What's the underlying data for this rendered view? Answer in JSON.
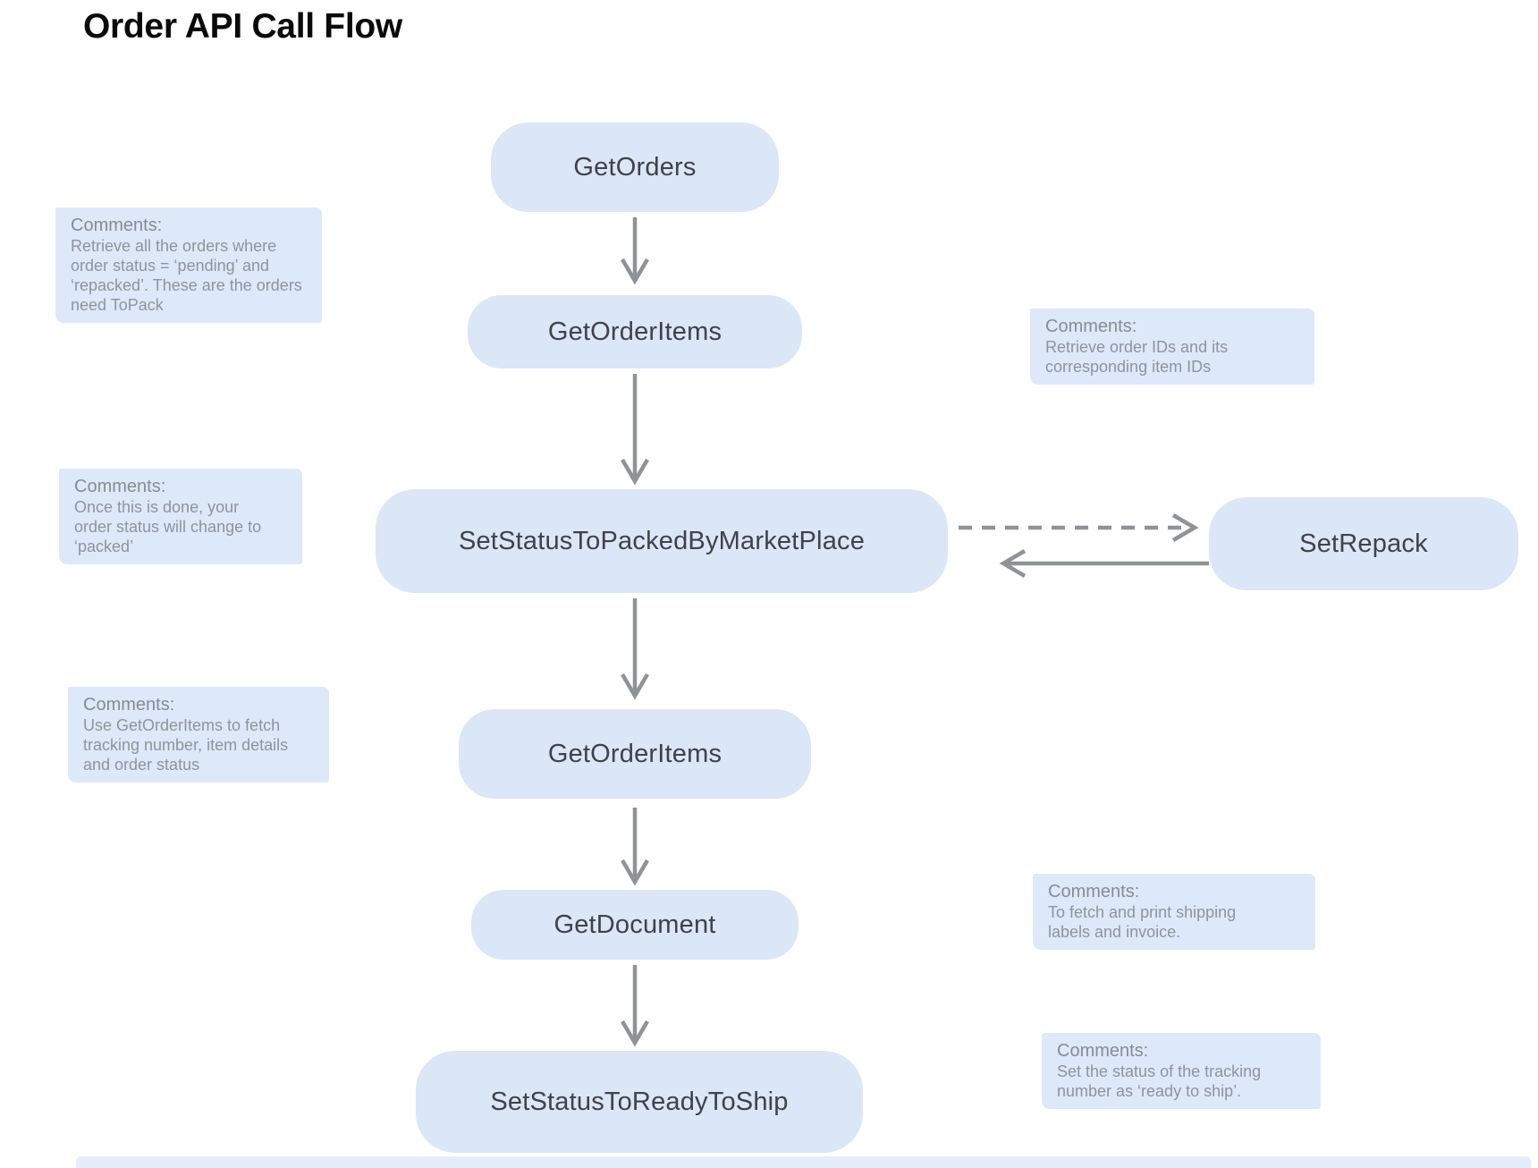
{
  "title": "Order API Call Flow",
  "diagram": {
    "nodes": [
      {
        "label": "GetOrders"
      },
      {
        "label": "GetOrderItems"
      },
      {
        "label": "SetStatusToPackedByMarketPlace"
      },
      {
        "label": "SetRepack"
      },
      {
        "label": "GetOrderItems"
      },
      {
        "label": "GetDocument"
      },
      {
        "label": "SetStatusToReadyToShip"
      }
    ],
    "comments": [
      {
        "heading": "Comments:",
        "body": "Retrieve all the orders where\norder status = ‘pending’ and\n‘repacked’. These are the orders\nneed ToPack"
      },
      {
        "heading": "Comments:",
        "body": "Once this is done, your\norder status will change to\n‘packed’"
      },
      {
        "heading": "Comments:",
        "body": "Use GetOrderItems to fetch\ntracking number, item details\nand order status"
      },
      {
        "heading": "Comments:",
        "body": "Retrieve order IDs and its\ncorresponding item IDs"
      },
      {
        "heading": "Comments:",
        "body": "To fetch and print shipping\nlabels and invoice."
      },
      {
        "heading": "Comments:",
        "body": "Set the status of the tracking\nnumber as ‘ready to ship’."
      }
    ],
    "colors": {
      "node_fill": "#dbe6f7",
      "comment_fill": "#dde9f8",
      "arrow": "#8f9296",
      "node_text": "#3f4347",
      "comment_text": "#8f949b",
      "title_text": "#0a0a0a",
      "background": "#ffffff"
    }
  }
}
